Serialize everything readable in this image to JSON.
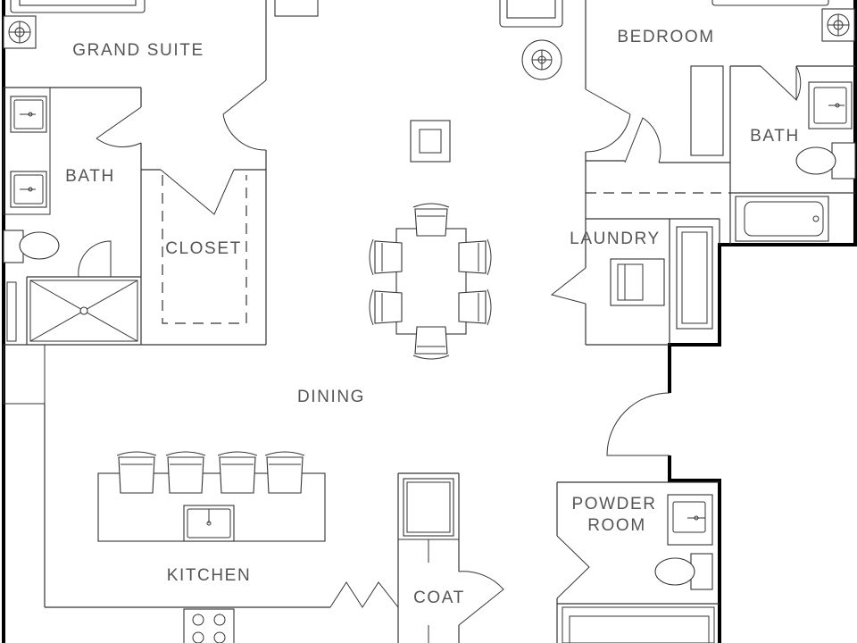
{
  "rooms": {
    "grand_suite": "GRAND SUITE",
    "bedroom": "BEDROOM",
    "bath_left": "BATH",
    "bath_right": "BATH",
    "closet": "CLOSET",
    "laundry": "LAUNDRY",
    "dining": "DINING",
    "kitchen": "KITCHEN",
    "powder_line1": "POWDER",
    "powder_line2": "ROOM",
    "coat": "COAT"
  },
  "icons": {
    "smoke_detector": "smoke-detector-icon",
    "sink": "sink-icon",
    "toilet": "toilet-icon",
    "shower": "shower-icon",
    "bathtub": "bathtub-icon",
    "washer": "washer-icon",
    "dryer": "dryer-icon",
    "chair": "chair-icon",
    "stool": "bar-stool-icon",
    "cooktop": "cooktop-icon",
    "door": "door-swing-icon"
  }
}
